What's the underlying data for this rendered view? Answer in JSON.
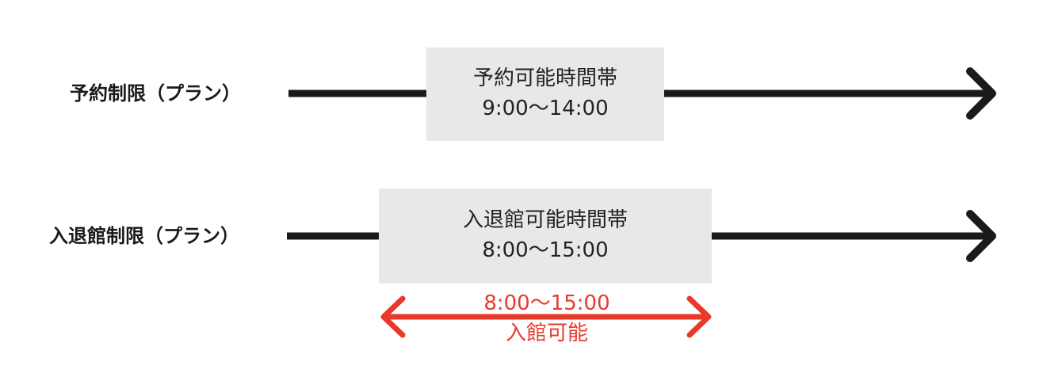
{
  "rows": [
    {
      "label": "予約制限（プラン）",
      "box_title": "予約可能時間帯",
      "box_time": "9:00〜14:00"
    },
    {
      "label": "入退館制限（プラン）",
      "box_title": "入退館可能時間帯",
      "box_time": "8:00〜15:00"
    }
  ],
  "range_annotation": {
    "time": "8:00〜15:00",
    "label": "入館可能"
  },
  "colors": {
    "timeline": "#1a1a1a",
    "box_fill": "#e8e8e8",
    "range_arrow": "#e8392b"
  }
}
